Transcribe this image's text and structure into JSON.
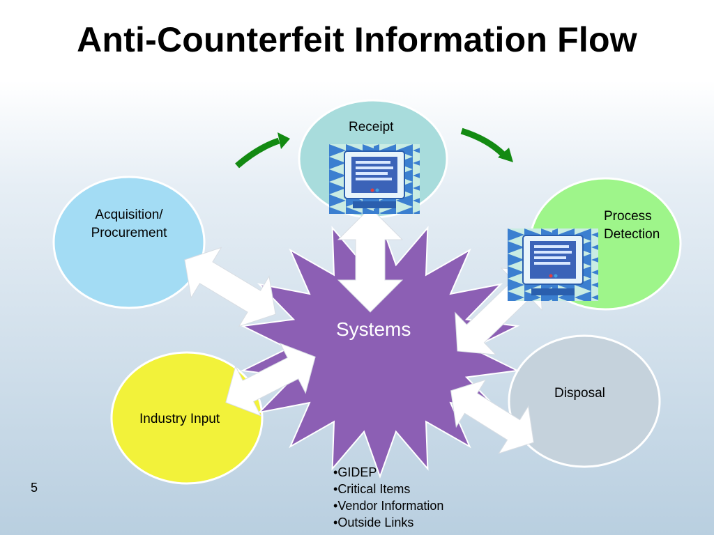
{
  "slide": {
    "title": "Anti-Counterfeit Information Flow",
    "page_number": "5"
  },
  "nodes": {
    "receipt": "Receipt",
    "acquisition_line1": "Acquisition/",
    "acquisition_line2": "Procurement",
    "process_line1": "Process",
    "process_line2": "Detection",
    "disposal": "Disposal",
    "industry_input": "Industry Input",
    "systems": "Systems"
  },
  "systems_items": [
    "GIDEP",
    "Critical Items",
    "Vendor Information",
    "Outside Links"
  ],
  "colors": {
    "receipt": "#a8dcdc",
    "acquisition": "#a3dcf4",
    "process_detection": "#9ef58a",
    "disposal": "#c5d2dc",
    "industry_input": "#f2f23a",
    "systems": "#8c5fb4",
    "flow_arrow": "#138a12"
  },
  "icons": [
    "computer-icon-receipt",
    "computer-icon-process-detection"
  ]
}
